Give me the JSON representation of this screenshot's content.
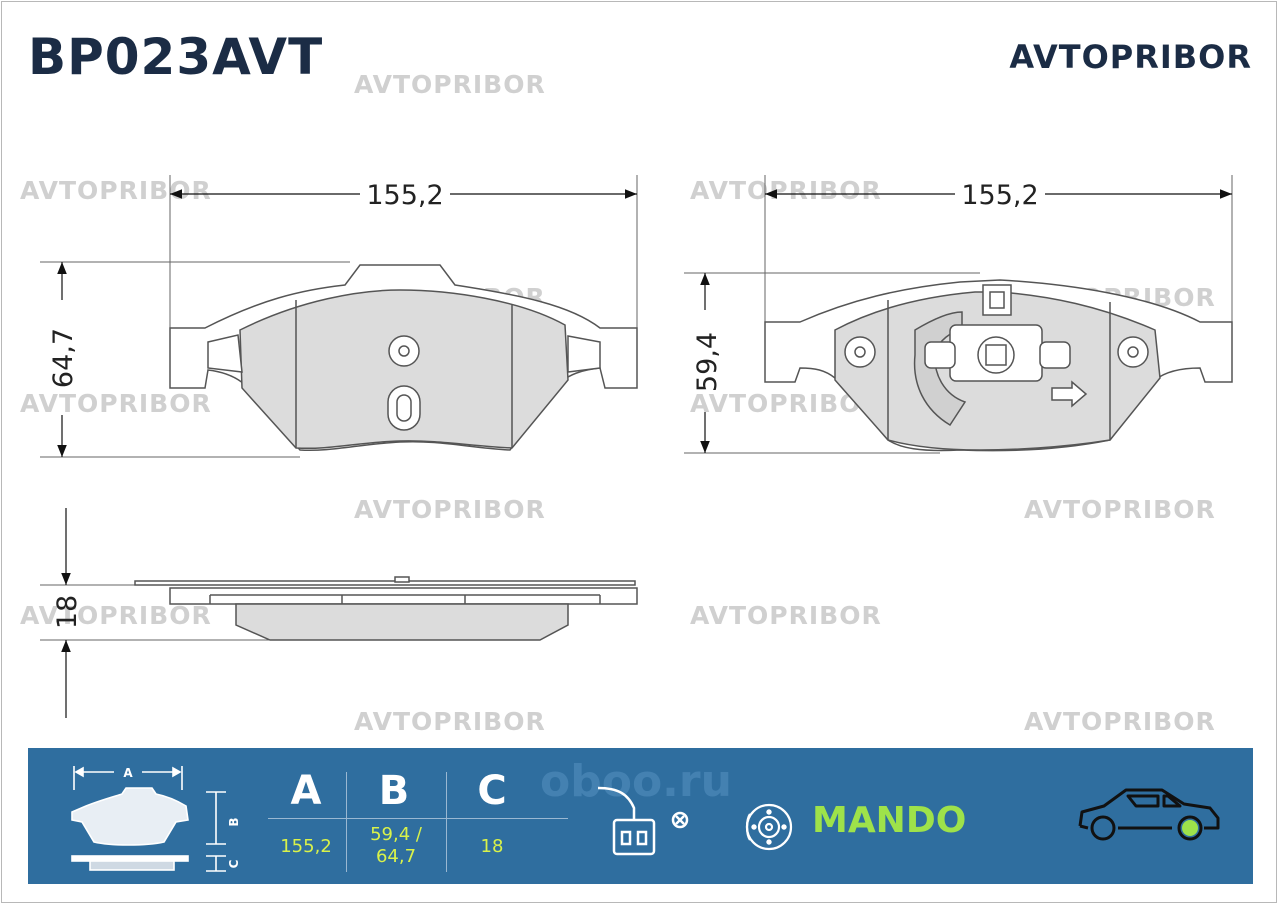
{
  "header": {
    "part_number": "BP023AVT",
    "brand": "AVTOPRIBOR"
  },
  "watermark": {
    "text": "AVTOPRIBOR"
  },
  "drawing": {
    "front_width": "155,2",
    "front_height": "64,7",
    "back_width": "155,2",
    "back_height": "59,4",
    "thickness": "18"
  },
  "spec_panel": {
    "mini_label_a": "A",
    "mini_label_b": "B",
    "mini_label_c": "C",
    "col_a_header": "A",
    "col_b_header": "B",
    "col_c_header": "C",
    "col_a_value": "155,2",
    "col_b_value_1": "59,4 /",
    "col_b_value_2": "64,7",
    "col_c_value": "18",
    "manufacturer": "MANDO",
    "site_watermark": "oboo.ru"
  },
  "colors": {
    "brand_dark": "#1b2c45",
    "panel_blue": "#2f6e9f",
    "accent_green": "#9ee24a",
    "pad_fill": "#dcdcdc"
  }
}
